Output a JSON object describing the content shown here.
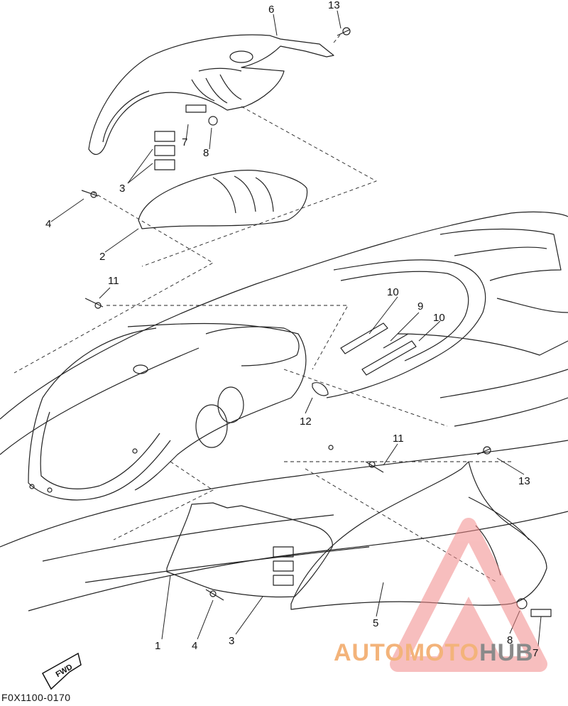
{
  "callouts": [
    {
      "id": "c6",
      "label": "6"
    },
    {
      "id": "c13a",
      "label": "13"
    },
    {
      "id": "c7a",
      "label": "7"
    },
    {
      "id": "c8a",
      "label": "8"
    },
    {
      "id": "c3a",
      "label": "3"
    },
    {
      "id": "c4a",
      "label": "4"
    },
    {
      "id": "c2",
      "label": "2"
    },
    {
      "id": "c11a",
      "label": "11"
    },
    {
      "id": "c10a",
      "label": "10"
    },
    {
      "id": "c9",
      "label": "9"
    },
    {
      "id": "c10b",
      "label": "10"
    },
    {
      "id": "c12",
      "label": "12"
    },
    {
      "id": "c11b",
      "label": "11"
    },
    {
      "id": "c13b",
      "label": "13"
    },
    {
      "id": "c5",
      "label": "5"
    },
    {
      "id": "c8b",
      "label": "8"
    },
    {
      "id": "c7b",
      "label": "7"
    },
    {
      "id": "c1",
      "label": "1"
    },
    {
      "id": "c4b",
      "label": "4"
    },
    {
      "id": "c3b",
      "label": "3"
    }
  ],
  "fwd_label": "FWD",
  "diagram_code": "F0X1100-0170",
  "watermark": {
    "part1": "AUTOMOTO",
    "part2": "HUB",
    "color1": "#f3b37a",
    "color2": "#8a8a8a",
    "logo_color": "#f28a8a"
  }
}
